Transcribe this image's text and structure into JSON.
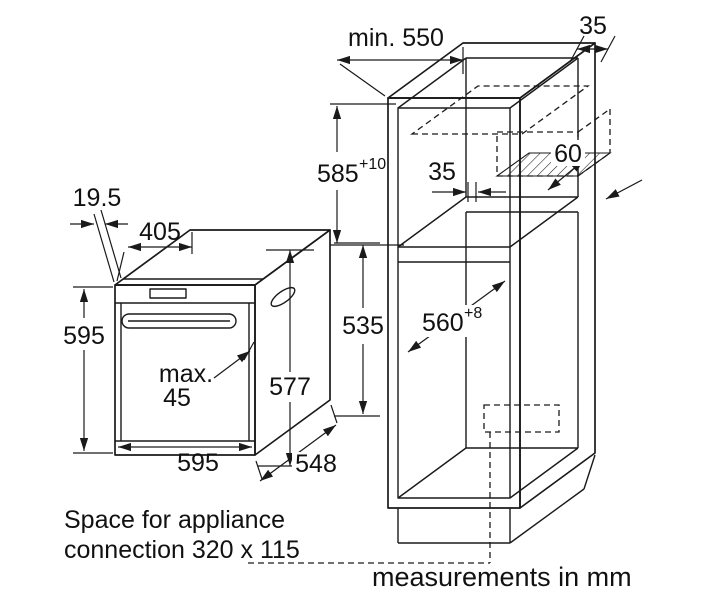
{
  "colors": {
    "ink": "#1a1a1a",
    "background": "#ffffff"
  },
  "notes": {
    "space_line1": "Space for appliance",
    "space_line2": "connection 320 x 115",
    "units": "measurements in mm"
  },
  "oven": {
    "panel_depth": "19.5",
    "top_depth": "405",
    "height": "595",
    "handle_max_label": "max.",
    "handle_max_value": "45",
    "height_with_panel": "577",
    "body_side_height": "535",
    "width": "595",
    "body_depth": "548"
  },
  "cabinet": {
    "min_depth": "min. 550",
    "rear_top_clearance": "35",
    "niche_height": "585",
    "niche_height_tolerance": "+10",
    "rear_wall_gap": "35",
    "vent_depth": "60",
    "niche_depth": "560",
    "niche_depth_tolerance": "+8"
  }
}
